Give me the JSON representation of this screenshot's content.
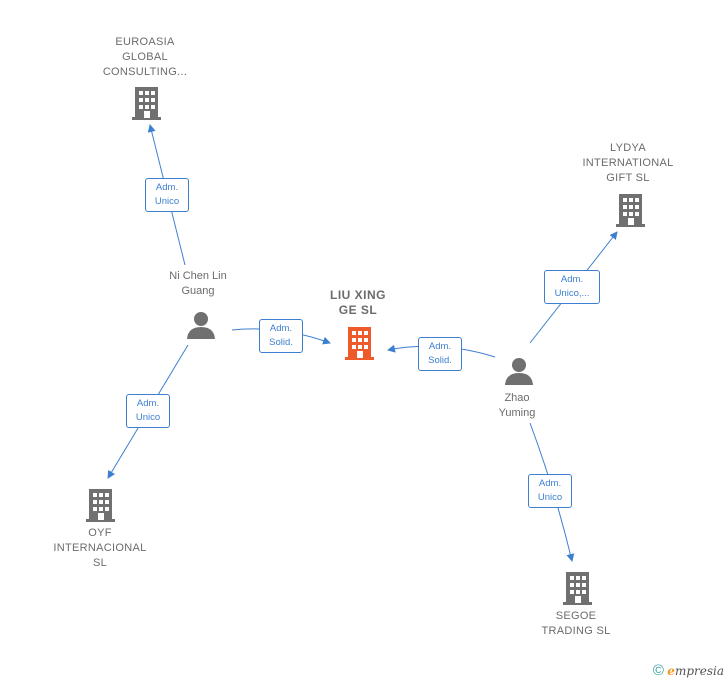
{
  "center": {
    "name_lines": [
      "LIU XING",
      "GE  SL"
    ],
    "color": "#ef5a2a"
  },
  "companies": [
    {
      "id": "euroasia",
      "name_lines": [
        "EUROASIA",
        "GLOBAL",
        "CONSULTING..."
      ]
    },
    {
      "id": "lydya",
      "name_lines": [
        "LYDYA",
        "INTERNATIONAL",
        "GIFT SL"
      ]
    },
    {
      "id": "oyf",
      "name_lines": [
        "OYF",
        "INTERNACIONAL",
        "SL"
      ]
    },
    {
      "id": "segoe",
      "name_lines": [
        "SEGOE",
        "TRADING SL"
      ]
    }
  ],
  "persons": [
    {
      "id": "nichen",
      "name_lines": [
        "Ni Chen Lin",
        "Guang"
      ]
    },
    {
      "id": "zhao",
      "name_lines": [
        "Zhao",
        "Yuming"
      ]
    }
  ],
  "relations": [
    {
      "id": "r1",
      "lines": [
        "Adm.",
        "Unico"
      ]
    },
    {
      "id": "r2",
      "lines": [
        "Adm.",
        "Solid."
      ]
    },
    {
      "id": "r3",
      "lines": [
        "Adm.",
        "Unico"
      ]
    },
    {
      "id": "r4",
      "lines": [
        "Adm.",
        "Solid."
      ]
    },
    {
      "id": "r5",
      "lines": [
        "Adm.",
        "Unico,..."
      ]
    },
    {
      "id": "r6",
      "lines": [
        "Adm.",
        "Unico"
      ]
    }
  ],
  "colors": {
    "link": "#3d7fcf",
    "icon": "#707070",
    "accent": "#ef5a2a"
  },
  "footer": {
    "symbol": "©",
    "brand_e": "e",
    "brand_rest": "mpresia"
  }
}
